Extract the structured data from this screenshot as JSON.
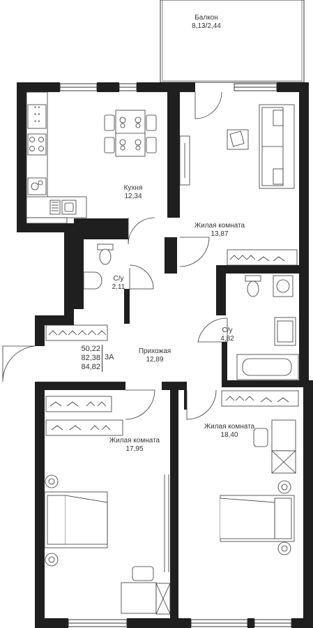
{
  "colors": {
    "wall": "#1f1f1f",
    "line": "#333333",
    "fill_light": "#f3f3f3",
    "background": "#ffffff"
  },
  "rooms": [
    {
      "id": "balcony",
      "name": "Балкон",
      "area": "8,13/2,44"
    },
    {
      "id": "kitchen",
      "name": "Кухня",
      "area": "12,34"
    },
    {
      "id": "living1",
      "name": "Жилая комната",
      "area": "13,87"
    },
    {
      "id": "wc1",
      "name": "С/у",
      "area": "2,11"
    },
    {
      "id": "wc2",
      "name": "С/у",
      "area": "4,82"
    },
    {
      "id": "hall",
      "name": "Прихожая",
      "area": "12,89"
    },
    {
      "id": "living2",
      "name": "Жилая комната",
      "area": "17,95"
    },
    {
      "id": "living3",
      "name": "Жилая комната",
      "area": "18,40"
    }
  ],
  "totals": {
    "living_area": "50,22",
    "total_area": "82,38",
    "total_with_balcony": "84,82",
    "rooms_count": "3А"
  },
  "icons": {
    "stove": "stove-icon",
    "sink": "sink-icon",
    "table": "dining-table-icon",
    "sofa": "sofa-icon",
    "bed": "bed-icon",
    "toilet": "toilet-icon",
    "bathtub": "bathtub-icon",
    "washer": "washing-machine-icon",
    "hanger": "hanger-icon",
    "desk": "desk-icon",
    "door": "door-swing-icon",
    "window": "window-icon"
  }
}
